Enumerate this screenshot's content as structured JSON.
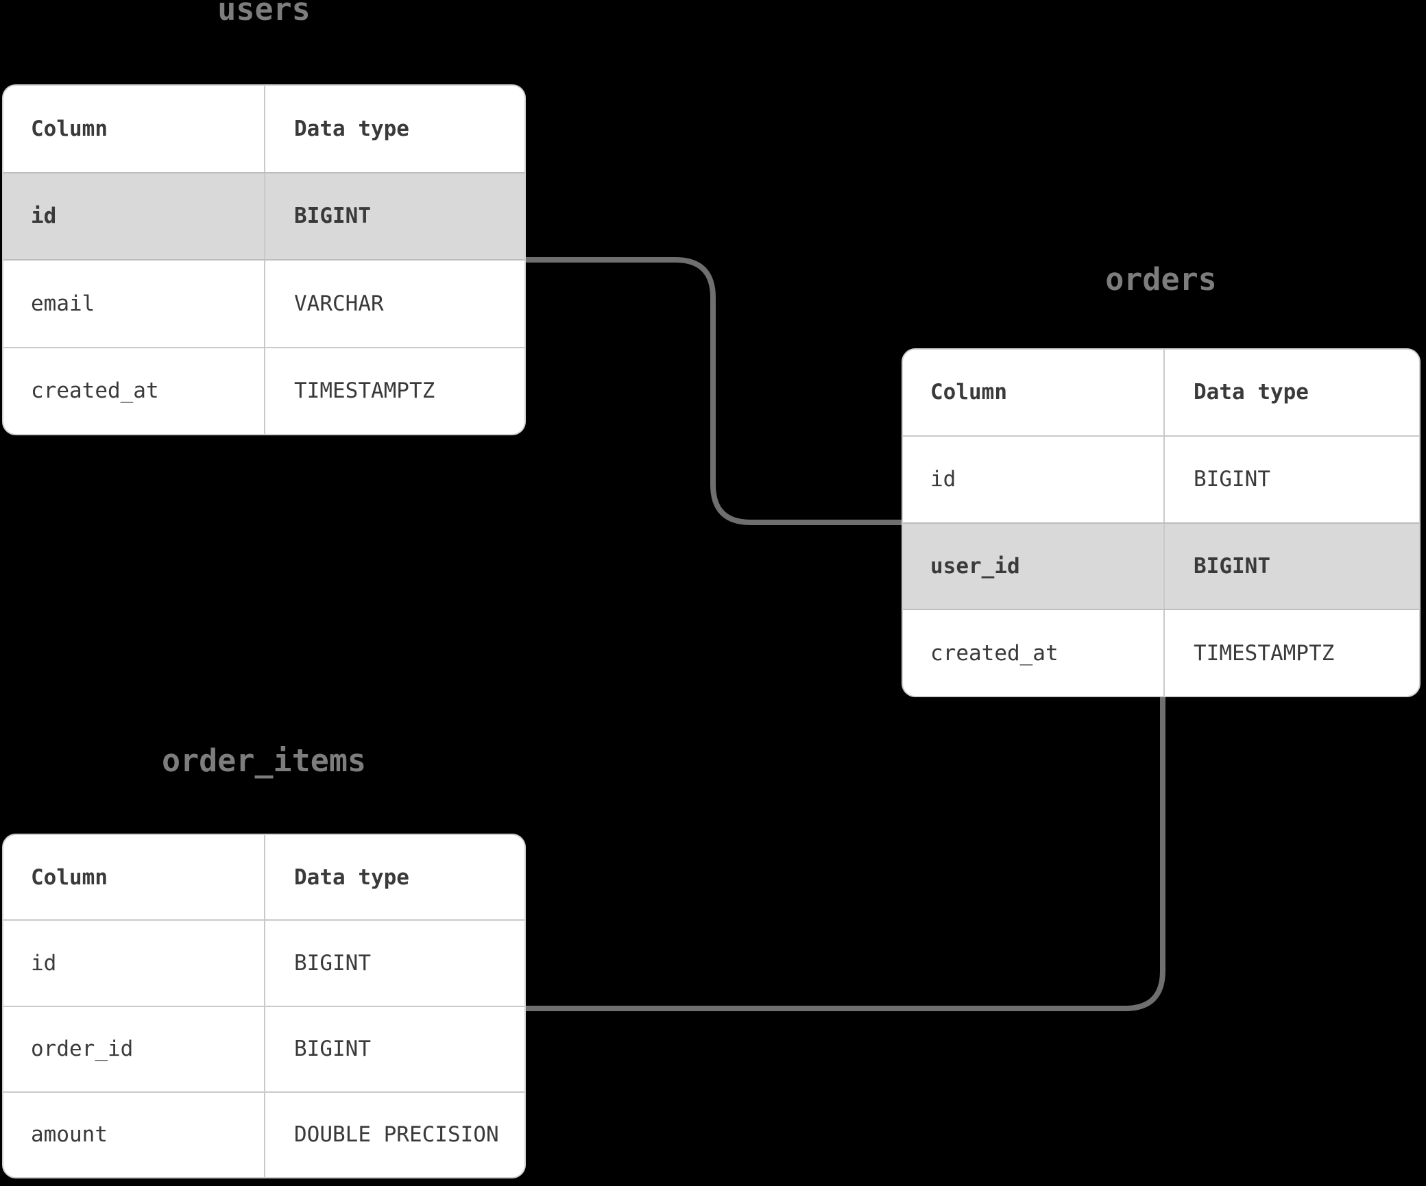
{
  "diagram": {
    "background_color": "#000000",
    "colors": {
      "table_background": "#ffffff",
      "highlight_row_background": "#d9d9d9",
      "row_border": "#c9c9c9",
      "connector": "#6f6f6f",
      "title_text": "#7d7d7d",
      "cell_text": "#3a3a3a"
    },
    "tables": [
      {
        "title": "users",
        "headers": [
          "Column",
          "Data type"
        ],
        "rows": [
          {
            "column": "id",
            "type": "BIGINT",
            "highlight": true
          },
          {
            "column": "email",
            "type": "VARCHAR",
            "highlight": false
          },
          {
            "column": "created_at",
            "type": "TIMESTAMPTZ",
            "highlight": false
          }
        ]
      },
      {
        "title": "orders",
        "headers": [
          "Column",
          "Data type"
        ],
        "rows": [
          {
            "column": "id",
            "type": "BIGINT",
            "highlight": false
          },
          {
            "column": "user_id",
            "type": "BIGINT",
            "highlight": true
          },
          {
            "column": "created_at",
            "type": "TIMESTAMPTZ",
            "highlight": false
          }
        ]
      },
      {
        "title": "order_items",
        "headers": [
          "Column",
          "Data type"
        ],
        "rows": [
          {
            "column": "id",
            "type": "BIGINT",
            "highlight": false
          },
          {
            "column": "order_id",
            "type": "BIGINT",
            "highlight": false
          },
          {
            "column": "amount",
            "type": "DOUBLE PRECISION",
            "highlight": false
          }
        ]
      }
    ],
    "relationships": [
      {
        "from": "users.id",
        "to": "orders.user_id"
      },
      {
        "from": "orders.id",
        "to": "order_items.order_id"
      }
    ]
  }
}
